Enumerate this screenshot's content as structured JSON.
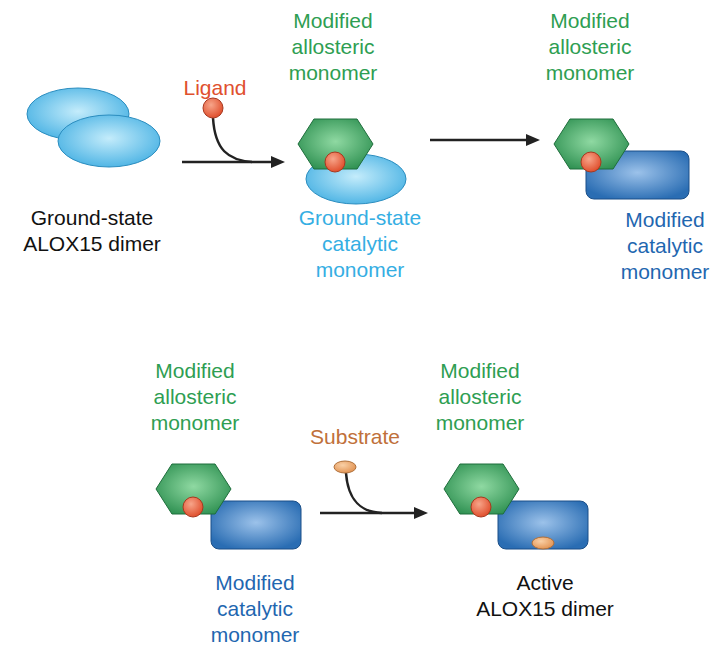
{
  "diagram": {
    "nodes": [
      {
        "text": [
          "Ground-state ALOX15 dimer"
        ]
      },
      {
        "text": [
          "Modified allosteric monomer"
        ]
      },
      {
        "text": [
          "Ground-state catalytic monomer"
        ]
      },
      {
        "text": [
          "Modified allosteric monomer"
        ]
      },
      {
        "text": [
          "Modified catalytic monomer"
        ]
      },
      {
        "text": [
          "Modified allosteric monomer"
        ]
      },
      {
        "text": [
          "Modified catalytic monomer"
        ]
      },
      {
        "text": [
          "Modified allosteric monomer"
        ]
      },
      {
        "text": [
          "Active ALOX15 dimer"
        ]
      }
    ],
    "edges": [
      {
        "from": 0,
        "to": 1,
        "arrow": "to"
      },
      {
        "from": 1,
        "to": 3,
        "arrow": "to"
      },
      {
        "from": 6,
        "to": 7,
        "arrow": "to"
      }
    ],
    "labels": [
      "Ligand",
      "Substrate"
    ]
  }
}
